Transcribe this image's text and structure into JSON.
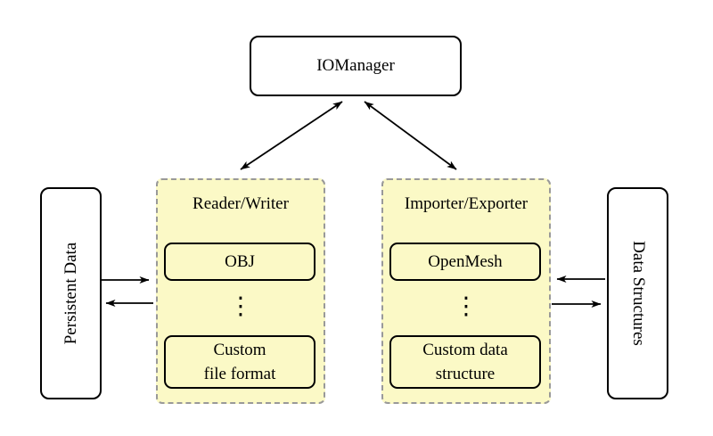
{
  "colors": {
    "background": "#FFFFFF",
    "panel_fill": "#FBF9C6",
    "panel_dashed_border": "#999999",
    "node_fill": "#FFFFFF",
    "node_border": "#000000",
    "arrow": "#000000"
  },
  "nodes": {
    "io_manager": {
      "label": "IOManager"
    },
    "persistent_data": {
      "label": "Persistent Data"
    },
    "data_structures": {
      "label": "Data Structures"
    }
  },
  "panels": {
    "reader_writer": {
      "title": "Reader/Writer",
      "top_item": "OBJ",
      "ellipsis": "⋮",
      "bottom_item": "Custom\nfile format"
    },
    "importer_exporter": {
      "title": "Importer/Exporter",
      "top_item": "OpenMesh",
      "ellipsis": "⋮",
      "bottom_item": "Custom data\nstructure"
    }
  },
  "arrows": [
    {
      "from": "io_manager",
      "to": "reader_writer",
      "style": "double-headed"
    },
    {
      "from": "io_manager",
      "to": "importer_exporter",
      "style": "double-headed"
    },
    {
      "from": "persistent_data",
      "to": "reader_writer",
      "style": "single"
    },
    {
      "from": "reader_writer",
      "to": "persistent_data",
      "style": "single"
    },
    {
      "from": "data_structures",
      "to": "importer_exporter",
      "style": "single"
    },
    {
      "from": "importer_exporter",
      "to": "data_structures",
      "style": "single"
    }
  ]
}
